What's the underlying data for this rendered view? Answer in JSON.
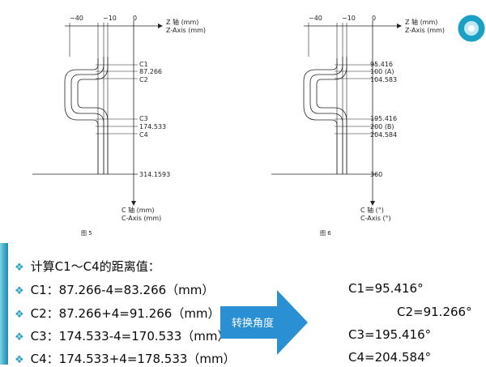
{
  "figure5": {
    "caption": "图 5",
    "z_axis_label_cn": "Z 轴 (mm)",
    "z_axis_label_en": "Z-Axis (mm)",
    "c_axis_label_cn": "C 轴 (mm)",
    "c_axis_label_en": "C-Axis (mm)",
    "z_ticks": [
      "−40",
      "−10",
      "0"
    ],
    "c_labels": [
      "C1",
      "87.266",
      "C2",
      "C3",
      "174.533",
      "C4",
      "314.1593"
    ]
  },
  "figure6": {
    "caption": "图 6",
    "z_axis_label_cn": "Z 轴 (mm)",
    "z_axis_label_en": "Z-Axis (mm)",
    "c_axis_label_cn": "C 轴 (°)",
    "c_axis_label_en": "C-Axis (°)",
    "z_ticks": [
      "−40",
      "−10",
      "0"
    ],
    "c_labels": [
      "95.416",
      "100 (A)",
      "104.583",
      "195.416",
      "200 (B)",
      "204.584",
      "360"
    ]
  },
  "section": {
    "heading": "计算C1～C4的距离值：",
    "lines": [
      "C1：87.266-4=83.266（mm）",
      "C2：87.266+4=91.266（mm）",
      "C3：174.533-4=170.533（mm）",
      "C4：174.533+4=178.533（mm）"
    ],
    "arrow_label": "转换角度",
    "results": [
      "C1=95.416°",
      "C2=91.266°",
      "C3=195.416°",
      "C4=204.584°"
    ]
  },
  "colors": {
    "accent": "#1aa0c4",
    "bullet": "#2fa2c4",
    "arrow": "#2a8fd3"
  }
}
